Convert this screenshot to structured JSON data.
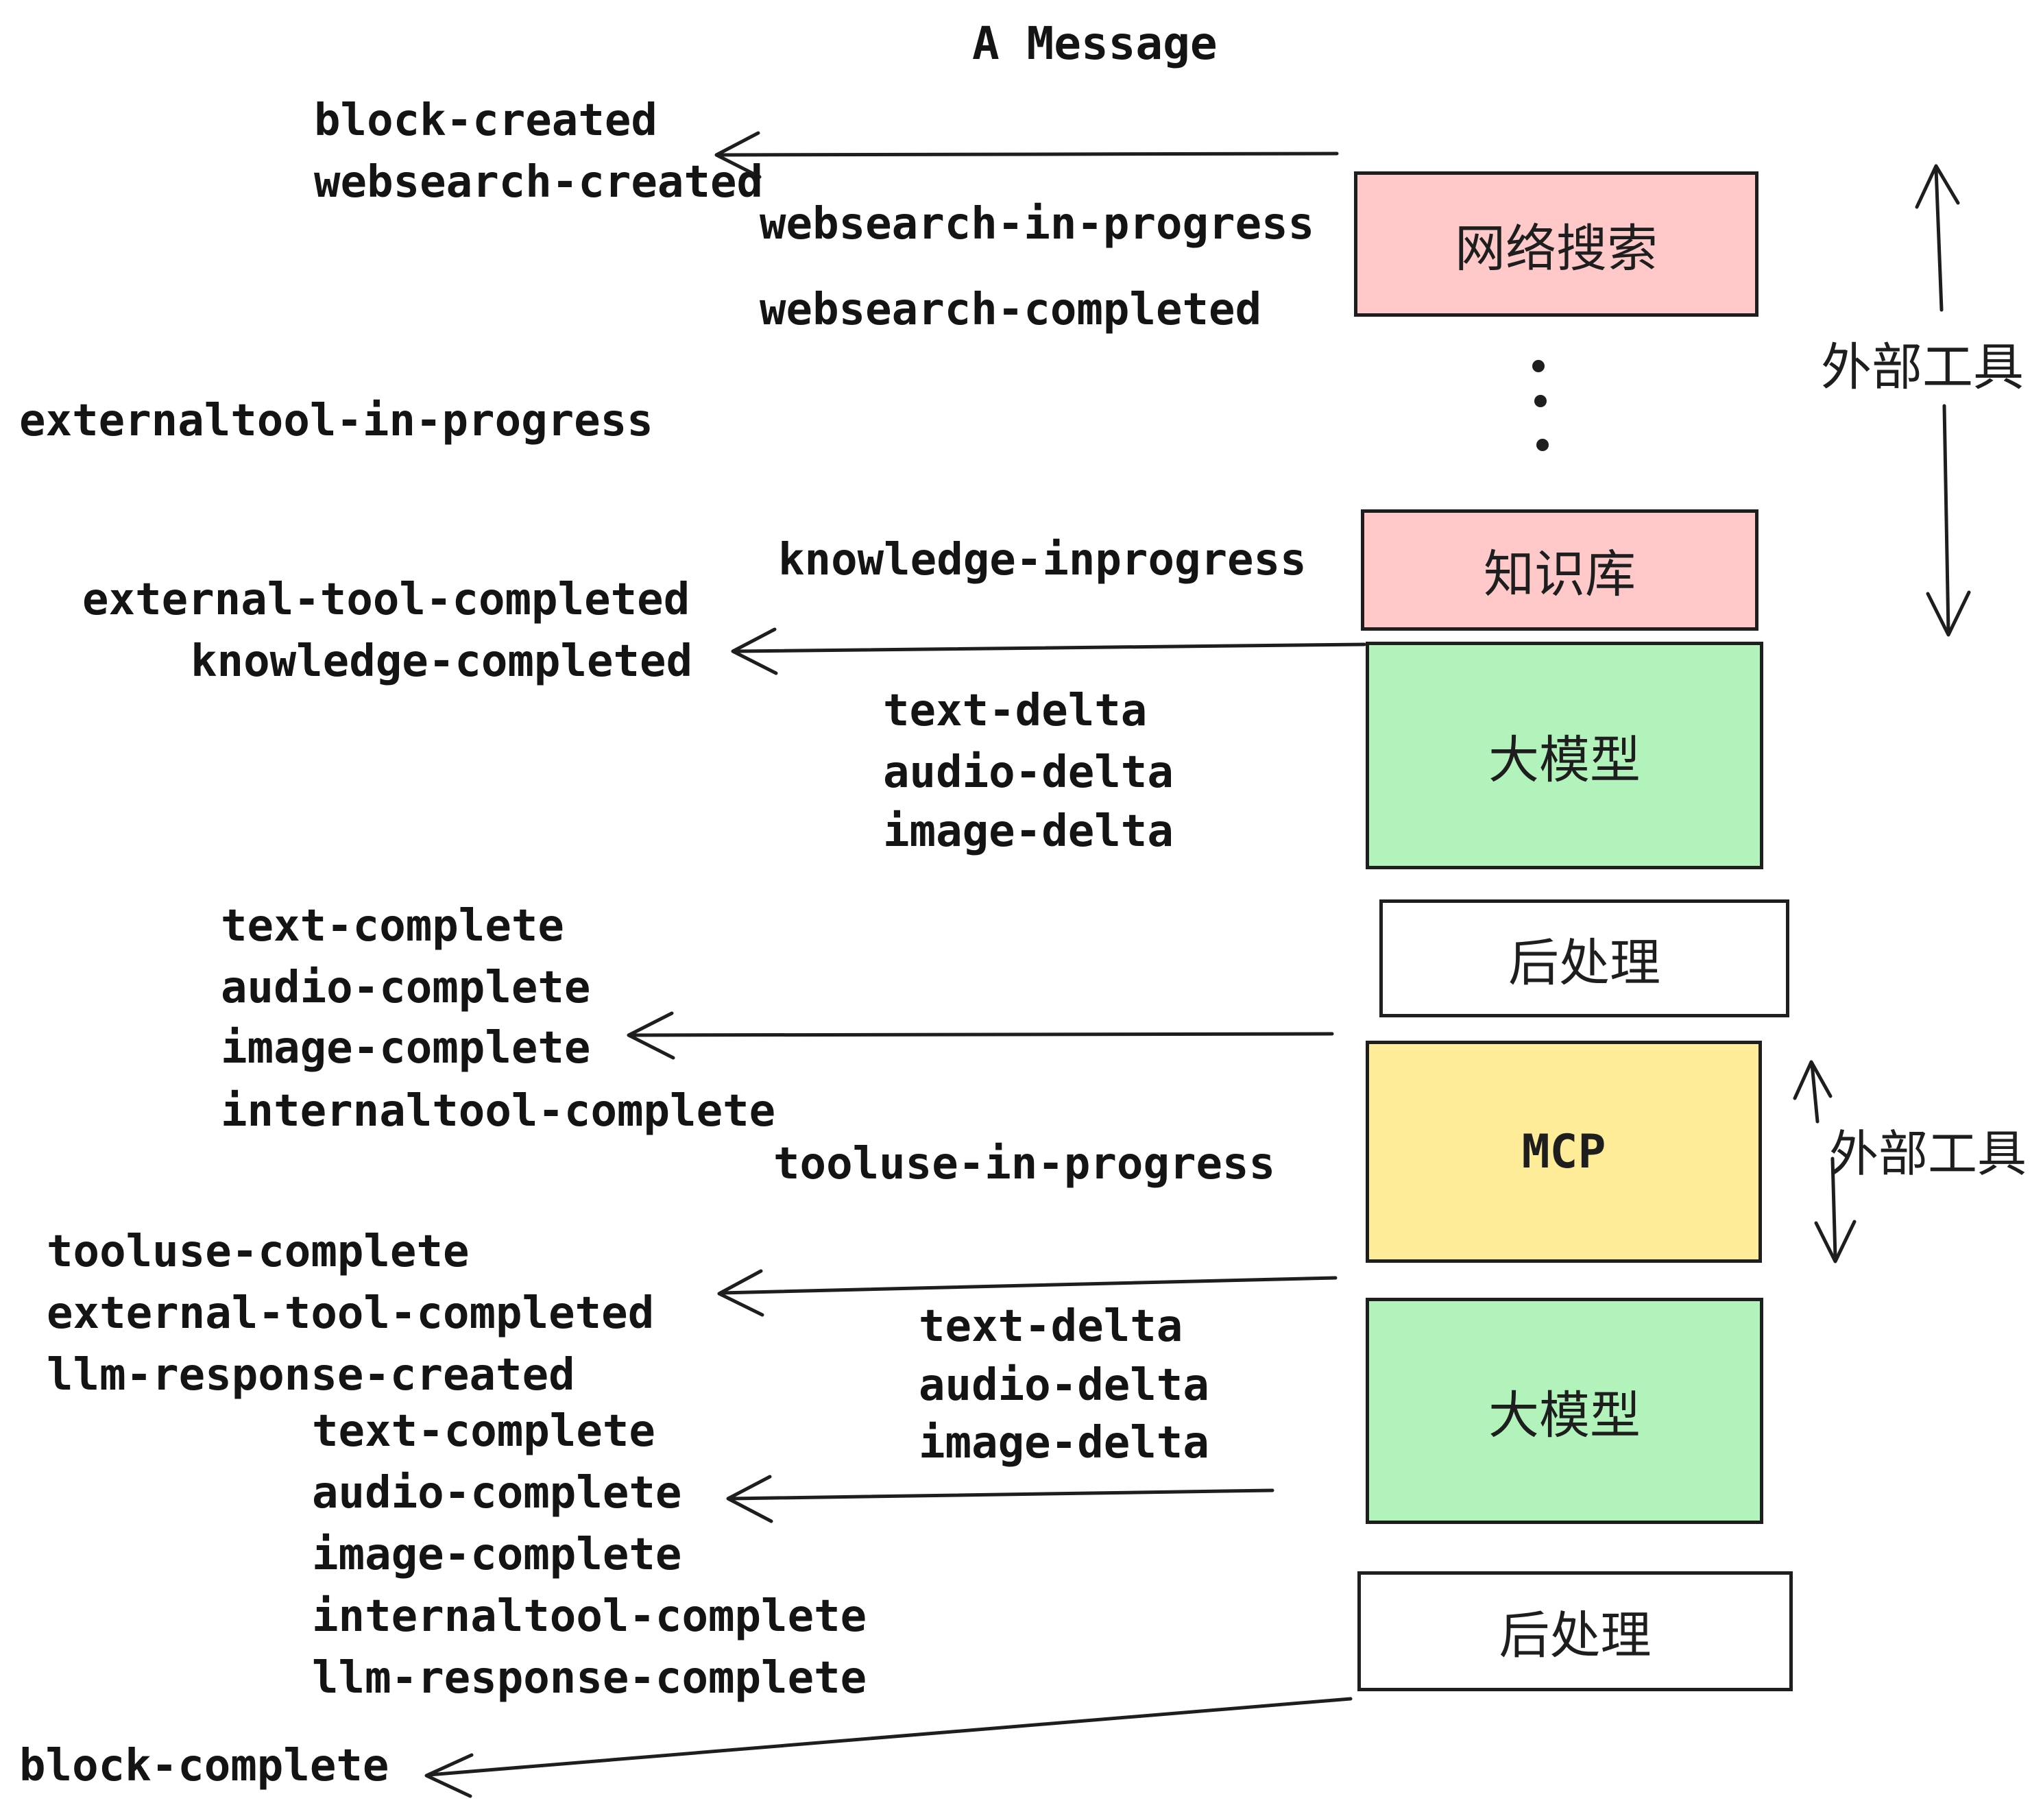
{
  "title": "A Message",
  "colors": {
    "pink": "#ffc9c9",
    "green": "#b2f2bb",
    "yellow": "#ffec99",
    "white": "#ffffff",
    "stroke": "#1e1e1e"
  },
  "pipeline": {
    "boxes": [
      {
        "label": "网络搜索"
      },
      {
        "label": "知识库"
      },
      {
        "label": "大模型"
      },
      {
        "label": "后处理"
      },
      {
        "label": "MCP"
      },
      {
        "label": "大模型"
      },
      {
        "label": "后处理"
      }
    ]
  },
  "annotations": {
    "external_tools_top": "外部工具",
    "external_tools_mid": "外部工具"
  },
  "events": {
    "block_created": "block-created",
    "websearch_created": "websearch-created",
    "websearch_in_progress": "websearch-in-progress",
    "websearch_completed": "websearch-completed",
    "externaltool_in_progress": "externaltool-in-progress",
    "knowledge_inprogress": "knowledge-inprogress",
    "external_tool_completed_1": "external-tool-completed",
    "knowledge_completed": "knowledge-completed",
    "text_delta_1": "text-delta",
    "audio_delta_1": "audio-delta",
    "image_delta_1": "image-delta",
    "text_complete_1": "text-complete",
    "audio_complete_1": "audio-complete",
    "image_complete_1": "image-complete",
    "internaltool_complete_1": "internaltool-complete",
    "tooluse_in_progress": "tooluse-in-progress",
    "tooluse_complete": "tooluse-complete",
    "external_tool_completed_2": "external-tool-completed",
    "llm_response_created": "llm-response-created",
    "text_delta_2": "text-delta",
    "audio_delta_2": "audio-delta",
    "image_delta_2": "image-delta",
    "text_complete_2": "text-complete",
    "audio_complete_2": "audio-complete",
    "image_complete_2": "image-complete",
    "internaltool_complete_2": "internaltool-complete",
    "llm_response_complete": "llm-response-complete",
    "block_complete": "block-complete"
  }
}
